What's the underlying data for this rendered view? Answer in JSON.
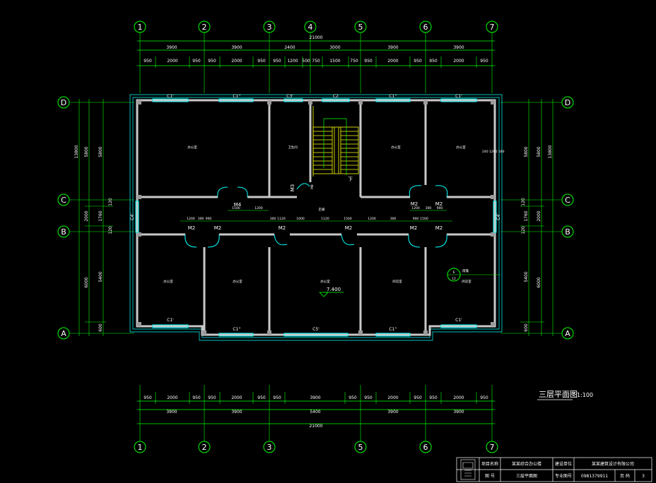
{
  "drawing_title": "三层平面图",
  "drawing_scale": "1:100",
  "axes_x": [
    "1",
    "2",
    "3",
    "4",
    "5",
    "6",
    "7"
  ],
  "axes_y": [
    "A",
    "B",
    "C",
    "D"
  ],
  "overall_dim": "21000",
  "top_dims": {
    "bays": [
      "3900",
      "3900",
      "2400",
      "3000",
      "3900",
      "3900"
    ],
    "details": [
      "950",
      "2000",
      "950",
      "950",
      "2000",
      "950",
      "950",
      "1200",
      "500",
      "750",
      "1500",
      "750",
      "950",
      "2000",
      "950",
      "950",
      "2000",
      "950"
    ]
  },
  "bottom_dims": {
    "details": [
      "950",
      "2000",
      "950",
      "950",
      "2000",
      "950",
      "950",
      "3900",
      "950",
      "950",
      "2000",
      "950",
      "950",
      "2000",
      "950"
    ],
    "bays": [
      "3900",
      "3900",
      "5400",
      "3900",
      "3900"
    ]
  },
  "left_dims": {
    "outer": [
      "5800",
      "2000",
      "6000"
    ],
    "inner": [
      "5800",
      "1760",
      "5400",
      "600"
    ],
    "small": [
      "120",
      "120"
    ],
    "total": "13800"
  },
  "right_dims": {
    "outer": [
      "5800",
      "2000",
      "6000"
    ],
    "inner": [
      "5800",
      "1760",
      "5400",
      "600"
    ],
    "small": [
      "120",
      "120"
    ],
    "total": "13800"
  },
  "windows": {
    "top": [
      "C1'",
      "C1''",
      "C3'",
      "C2",
      "C1''",
      "C1'"
    ],
    "bottom": [
      "C1'",
      "C1''",
      "C5'",
      "C1''",
      "C1'"
    ],
    "side_left": "C4'",
    "side_right": "C4'"
  },
  "doors": [
    "M4",
    "M3",
    "M2",
    "M2",
    "M2",
    "M2",
    "M2",
    "M2",
    "M2",
    "M2"
  ],
  "rooms": [
    "办公室",
    "卫生间",
    "办公室",
    "办公室",
    "走廊",
    "办公室",
    "办公室",
    "办公室",
    "阅览室",
    "阅览室"
  ],
  "corridor_dims": [
    "1500",
    "1200",
    "1200",
    "300",
    "900",
    "300",
    "1120",
    "1600",
    "1120",
    "1500",
    "1200",
    "300",
    "900",
    "1500",
    "1200",
    "300",
    "900"
  ],
  "annotations": {
    "elevation": "7.400",
    "stair_down": "下",
    "stair_note": "M8",
    "wall_note": "240 1200 180",
    "detail_ref_top": "6",
    "detail_ref_bottom": "12",
    "detail_label": "雨篷"
  },
  "title_block": {
    "row1_label": "项目名称",
    "row1_value": "某某综合办公楼",
    "row1_label2": "建设单位",
    "row1_value2": "某某建筑设计有限公司",
    "row2_label": "图 号",
    "row2_value": "三层平面图",
    "row2_label2": "专业图号",
    "row2_value2": "0981379911",
    "row2_label3": "页 码",
    "row2_value3": "3"
  },
  "colors": {
    "background": "#000000",
    "dimension": "#00ff00",
    "wall": "#c8c8c8",
    "window": "#00ffff",
    "stair": "#ffff00",
    "text": "#ffffff"
  }
}
